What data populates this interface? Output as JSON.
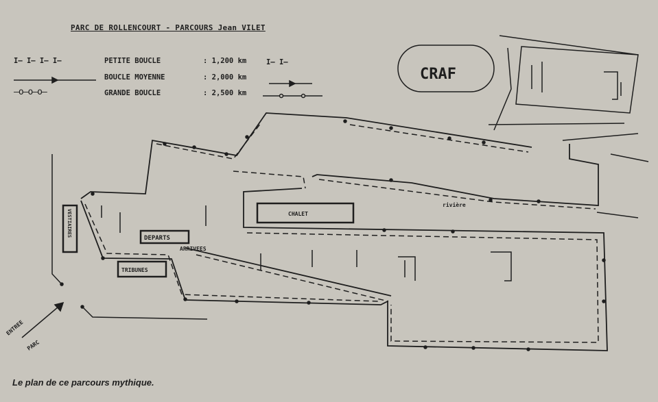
{
  "title": "PARC DE ROLLENCOURT - PARCOURS Jean VILET",
  "legend": [
    {
      "symbol": "I— I— I— I—",
      "label": "PETITE BOUCLE",
      "distance": ": 1,200 km"
    },
    {
      "symbol": "——▸——",
      "label": "BOUCLE MOYENNE",
      "distance": ": 2,000 km"
    },
    {
      "symbol": "—o—o—o—",
      "label": "GRANDE BOUCLE",
      "distance": ": 2,500 km"
    }
  ],
  "places": {
    "craf": "CRAF",
    "chalet": "CHALET",
    "departs": "DEPARTS",
    "arrivees": "ARRIVEES",
    "vestiaires": "VESTIAIRES",
    "tribunes": "TRIBUNES",
    "riviere": "rivière",
    "entree": "ENTREE",
    "parc": "PARC"
  },
  "caption": "Le plan de ce parcours mythique.",
  "colors": {
    "paper": "#c8c5bd",
    "ink": "#1e1e1e"
  }
}
